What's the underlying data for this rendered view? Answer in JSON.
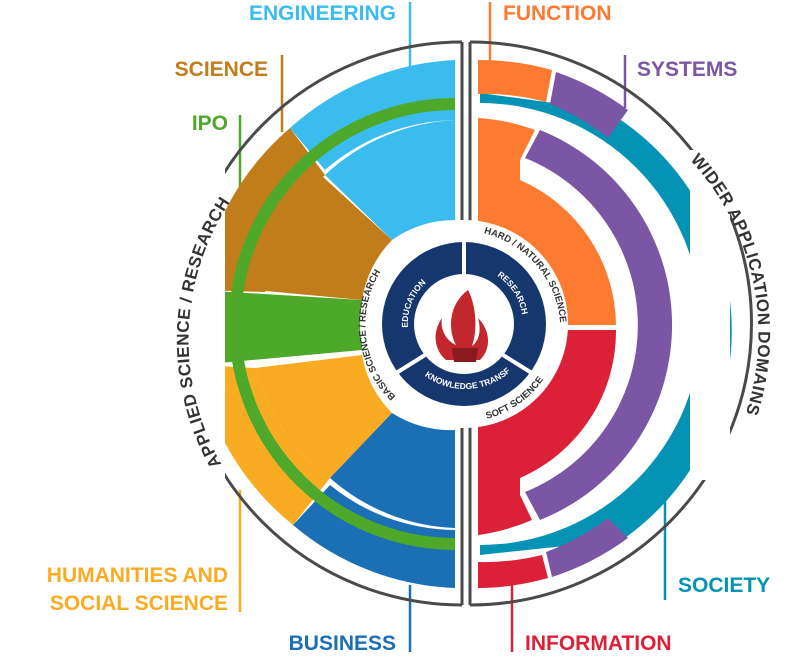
{
  "labels": {
    "engineering": "ENGINEERING",
    "science": "SCIENCE",
    "ipo": "IPO",
    "humanities_line1": "HUMANITIES AND",
    "humanities_line2": "SOCIAL SCIENCE",
    "business": "BUSINESS",
    "function": "FUNCTION",
    "systems": "SYSTEMS",
    "society": "SOCIETY",
    "information": "INFORMATION"
  },
  "arc_labels": {
    "left": "APPLIED SCIENCE / RESEARCH",
    "right": "WIDER APPLICATION DOMAINS"
  },
  "inner_labels": {
    "left": "BASIC SCIENCE / RESEARCH",
    "right_top": "HARD / NATURAL SCIENCE",
    "right_bottom": "SOFT SCIENCE"
  },
  "hub": {
    "education": "EDUCATION",
    "research": "RESEARCH",
    "knowledge_transfer": "KNOWLEDGE TRANSFER"
  },
  "colors": {
    "engineering": "#3bbcee",
    "science": "#c07d19",
    "ipo": "#4ea82a",
    "humanities": "#f9ab22",
    "business": "#1b6fb5",
    "function": "#fd7a31",
    "systems": "#7a56a5",
    "society": "#0493b4",
    "information": "#dc2038",
    "hub": "#16366e",
    "outline": "#4a4a4a"
  },
  "icons": {
    "logo": "flame-logo-icon"
  }
}
